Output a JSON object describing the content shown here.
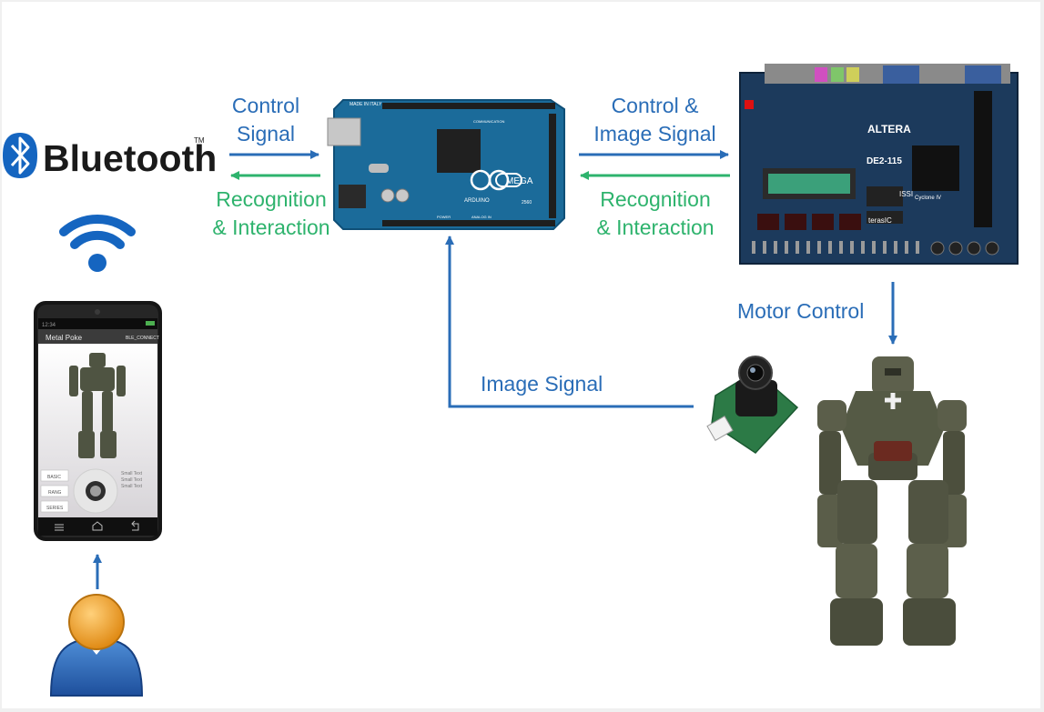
{
  "bluetooth": {
    "wordmark": "Bluetooth",
    "tm": "TM"
  },
  "labels": {
    "control_signal_line1": "Control",
    "control_signal_line2": "Signal",
    "recognition_left_line1": "Recognition",
    "recognition_left_line2": "& Interaction",
    "control_image_line1": "Control &",
    "control_image_line2": "Image Signal",
    "recognition_right_line1": "Recognition",
    "recognition_right_line2": "& Interaction",
    "motor_control": "Motor Control",
    "image_signal": "Image Signal"
  },
  "arduino": {
    "made_in": "MADE IN ITALY",
    "brand": "ARDUINO",
    "model": "MEGA",
    "part": "2560",
    "comm": "COMMUNICATION",
    "power": "POWER",
    "analog": "ANALOG IN"
  },
  "fpga": {
    "brand": "ALTERA",
    "model": "DE2-115",
    "vendor": "terasIC",
    "chip": "Cyclone IV",
    "issi": "ISSI"
  },
  "phone": {
    "status_time": "12:34",
    "app_title": "Metal Poke",
    "connect_label": "BLE_CONNECT",
    "buttons": [
      "BASIC",
      "RANG",
      "SERIES"
    ],
    "small_text": [
      "Small Text",
      "Small Text",
      "Small Text"
    ]
  },
  "colors": {
    "signal_blue": "#2a6db7",
    "feedback_green": "#2eb36d",
    "bluetooth_blue": "#1565c0"
  },
  "icons": [
    "bluetooth-rune-icon",
    "wifi-icon",
    "user-icon"
  ]
}
